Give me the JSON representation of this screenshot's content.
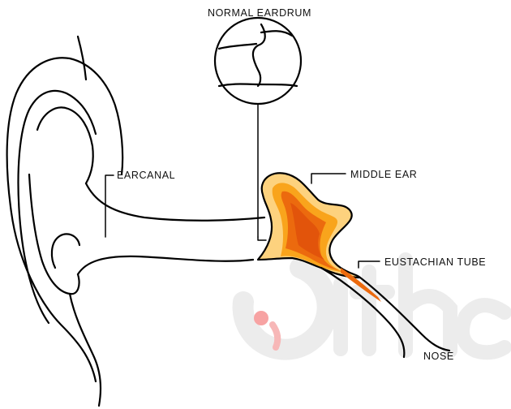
{
  "labels": {
    "normal_eardrum": "NORMAL EARDRUM",
    "earcanal": "EARCANAL",
    "middle_ear": "MIDDLE EAR",
    "eustachian_tube": "EUSTACHIAN TUBE",
    "nose": "NOSE"
  },
  "colors": {
    "outline": "#000000",
    "middle_ear_outer": "#fdd27e",
    "middle_ear_mid": "#f9a41c",
    "middle_ear_inner": "#ec6a0e",
    "middle_ear_core": "#e0500a",
    "watermark_gray": "#e9e9e9",
    "watermark_red": "#f58a8a"
  },
  "icons": {
    "watermark": "watermark-logo-icon"
  }
}
